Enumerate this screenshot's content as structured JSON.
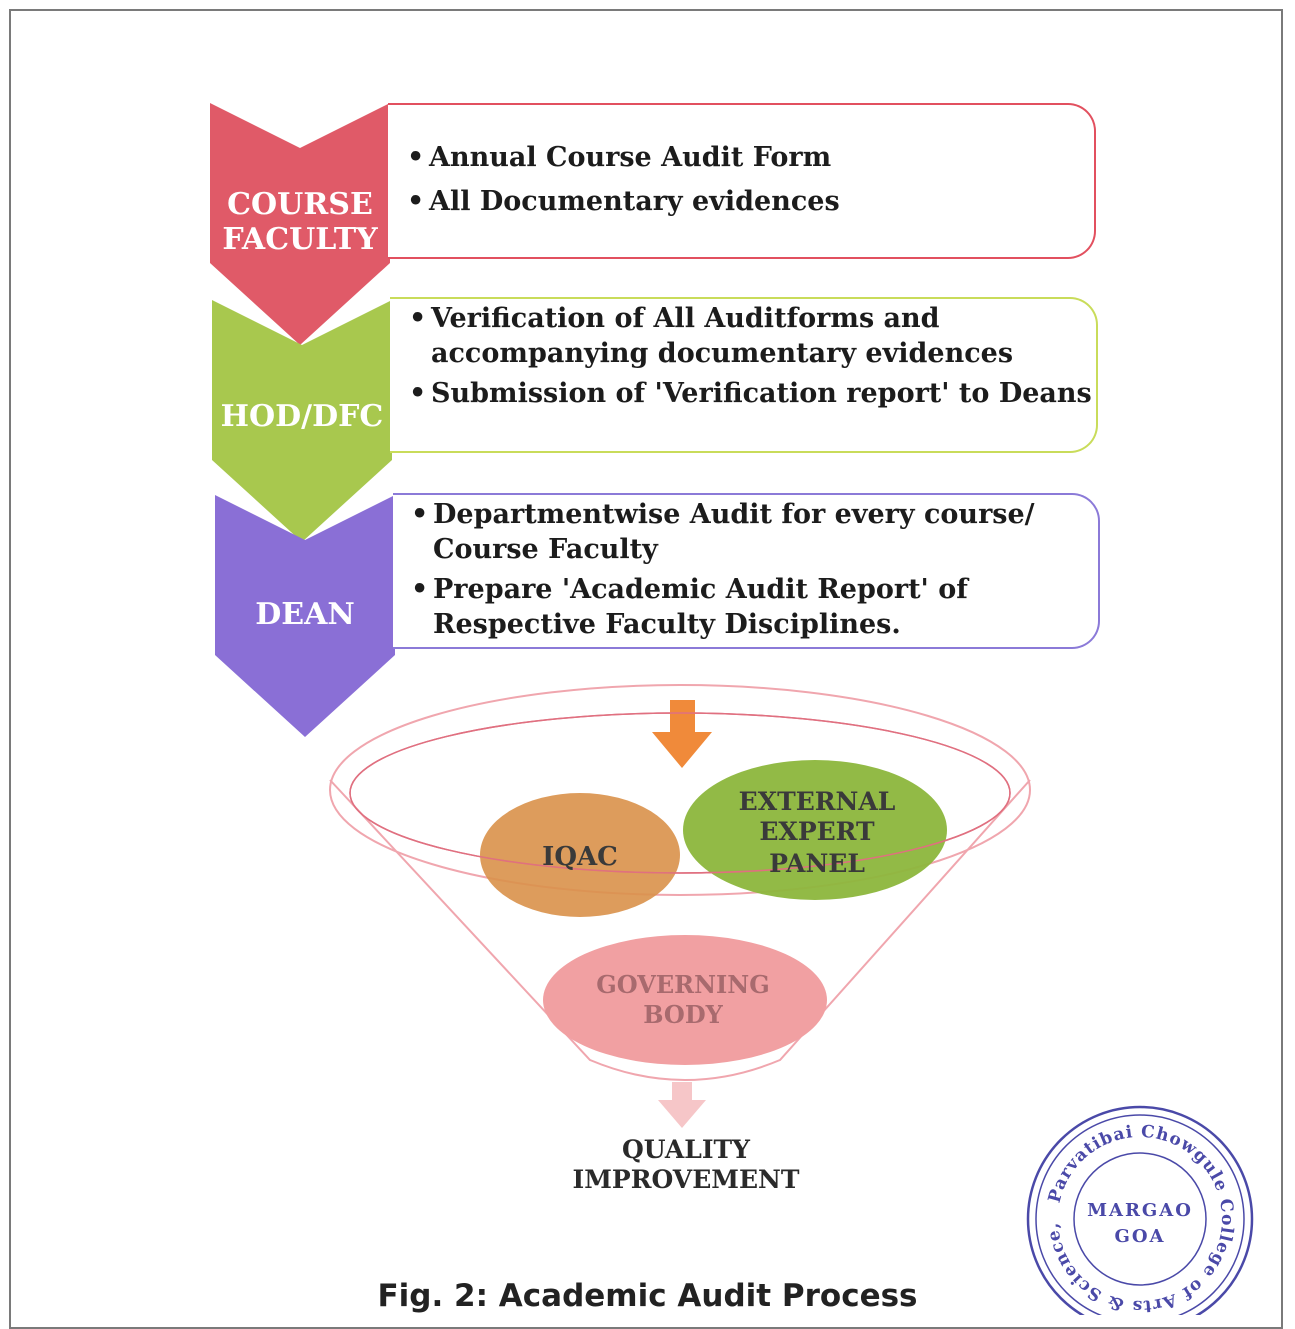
{
  "stages": [
    {
      "label_lines": [
        "COURSE",
        "FACULTY"
      ],
      "color": "#e05a68",
      "border": "#e2505f",
      "bullets": [
        "Annual Course Audit Form",
        "All Documentary evidences"
      ]
    },
    {
      "label_lines": [
        "HOD/DFC"
      ],
      "color": "#a8c84e",
      "border": "#c9dc5a",
      "bullets": [
        "Verification of All Auditforms and accompanying documentary evidences",
        "Submission of 'Verification report' to Deans"
      ]
    },
    {
      "label_lines": [
        "DEAN"
      ],
      "color": "#8a6fd6",
      "border": "#8b7ad8",
      "bullets": [
        "Departmentwise Audit for every course/ Course Faculty",
        "Prepare 'Academic Audit Report' of Respective Faculty Disciplines."
      ]
    }
  ],
  "funnel": {
    "iqac": "IQAC",
    "external_lines": [
      "EXTERNAL",
      "EXPERT",
      "PANEL"
    ],
    "governing_lines": [
      "GOVERNING",
      "BODY"
    ],
    "output_lines": [
      "QUALITY",
      "IMPROVEMENT"
    ],
    "colors": {
      "iqac": "#d9914a",
      "external": "#8cb63c",
      "governing": "#f1a0a2",
      "arrow_top": "#f08a3a",
      "arrow_bottom": "#f6c6c8",
      "funnel_outline": "#f0a6ae"
    }
  },
  "seal": {
    "center_lines": [
      "MARGAO",
      "GOA"
    ],
    "ring_text": "Parvatibai Chowgule College of Arts & Science, Autonomous",
    "color": "#4a49a8"
  },
  "caption": "Fig. 2: Academic Audit Process"
}
